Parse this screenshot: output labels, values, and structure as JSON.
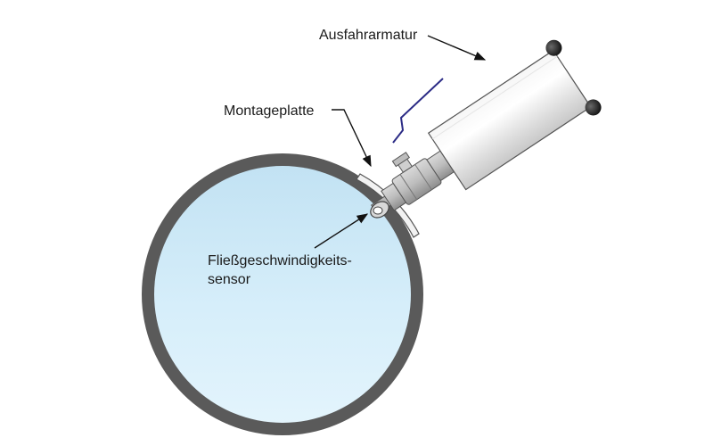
{
  "labels": {
    "retractable_fitting": "Ausfahrarmatur",
    "mounting_plate": "Montageplatte",
    "sensor_line1": "Fließgeschwindigkeits-",
    "sensor_line2": "sensor"
  },
  "colors": {
    "pipe_wall": "#5a5a5a",
    "pipe_fill_top": "#c4e3f3",
    "pipe_fill_bottom": "#ddf0fb",
    "fitting_body": "#e8e8e8",
    "fitting_outline": "#555555",
    "cable": "#2c2c86",
    "arrow": "#111111"
  }
}
